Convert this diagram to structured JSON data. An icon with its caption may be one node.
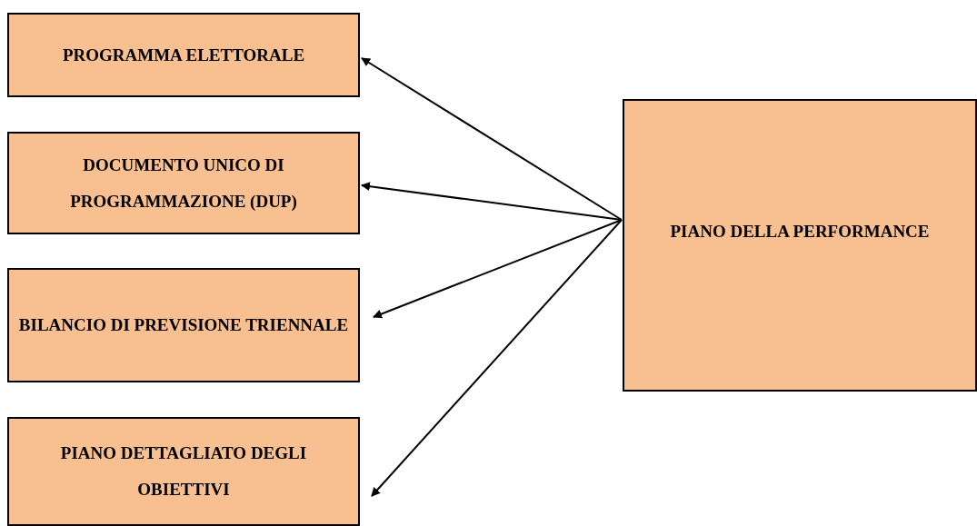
{
  "diagram": {
    "nodes": [
      {
        "text": [
          "PROGRAMMA ELETTORALE"
        ]
      },
      {
        "text": [
          "DOCUMENTO UNICO DI PROGRAMMAZIONE (DUP)"
        ]
      },
      {
        "text": [
          "BILANCIO DI PREVISIONE TRIENNALE"
        ]
      },
      {
        "text": [
          "PIANO DETTAGLIATO DEGLI OBIETTIVI"
        ]
      },
      {
        "text": [
          "PIANO DELLA PERFORMANCE"
        ]
      }
    ],
    "edges": [
      {
        "from": 4,
        "to": 0,
        "arrow": "to"
      },
      {
        "from": 4,
        "to": 1,
        "arrow": "to"
      },
      {
        "from": 4,
        "to": 2,
        "arrow": "to"
      },
      {
        "from": 4,
        "to": 3,
        "arrow": "to"
      }
    ]
  }
}
